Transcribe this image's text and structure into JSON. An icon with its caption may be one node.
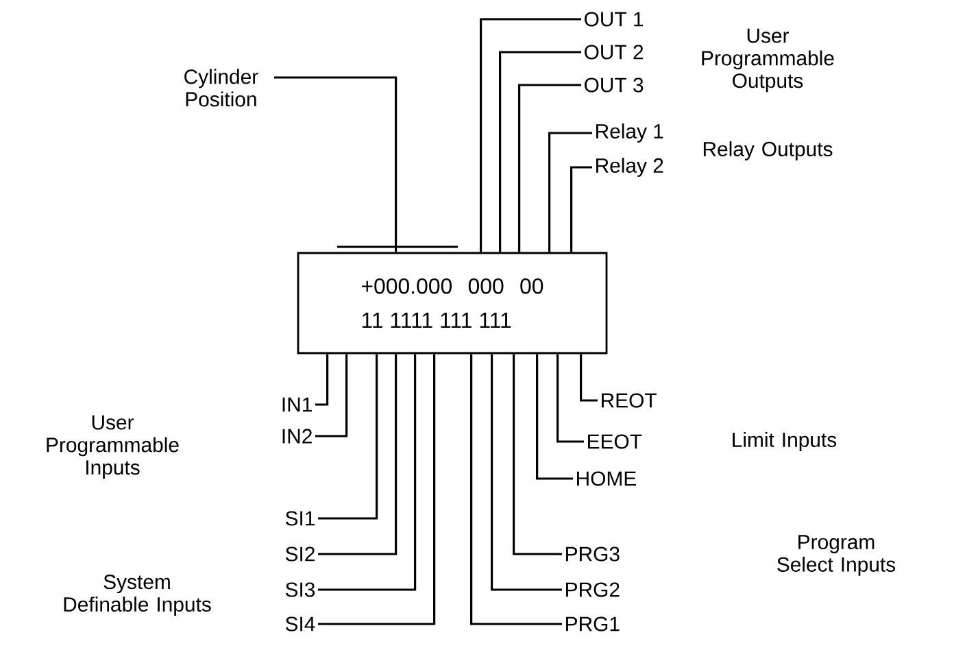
{
  "diagram": {
    "nodes": [
      {
        "text": [
          "+000.000 000 00",
          "11 1111 111 111"
        ]
      },
      {
        "text": [
          "Cylinder Position"
        ]
      },
      {
        "text": [
          "OUT 1"
        ]
      },
      {
        "text": [
          "OUT 2"
        ]
      },
      {
        "text": [
          "OUT 3"
        ]
      },
      {
        "text": [
          "Relay 1"
        ]
      },
      {
        "text": [
          "Relay 2"
        ]
      },
      {
        "text": [
          "IN1"
        ]
      },
      {
        "text": [
          "IN2"
        ]
      },
      {
        "text": [
          "SI1"
        ]
      },
      {
        "text": [
          "SI2"
        ]
      },
      {
        "text": [
          "SI3"
        ]
      },
      {
        "text": [
          "SI4"
        ]
      },
      {
        "text": [
          "REOT"
        ]
      },
      {
        "text": [
          "EEOT"
        ]
      },
      {
        "text": [
          "HOME"
        ]
      },
      {
        "text": [
          "PRG3"
        ]
      },
      {
        "text": [
          "PRG2"
        ]
      },
      {
        "text": [
          "PRG1"
        ]
      }
    ],
    "edges": [
      {
        "from": 1,
        "to": 0,
        "arrow": "none"
      },
      {
        "from": 2,
        "to": 0,
        "arrow": "none"
      },
      {
        "from": 3,
        "to": 0,
        "arrow": "none"
      },
      {
        "from": 4,
        "to": 0,
        "arrow": "none"
      },
      {
        "from": 5,
        "to": 0,
        "arrow": "none"
      },
      {
        "from": 6,
        "to": 0,
        "arrow": "none"
      },
      {
        "from": 7,
        "to": 0,
        "arrow": "none"
      },
      {
        "from": 8,
        "to": 0,
        "arrow": "none"
      },
      {
        "from": 9,
        "to": 0,
        "arrow": "none"
      },
      {
        "from": 10,
        "to": 0,
        "arrow": "none"
      },
      {
        "from": 11,
        "to": 0,
        "arrow": "none"
      },
      {
        "from": 12,
        "to": 0,
        "arrow": "none"
      },
      {
        "from": 13,
        "to": 0,
        "arrow": "none"
      },
      {
        "from": 14,
        "to": 0,
        "arrow": "none"
      },
      {
        "from": 15,
        "to": 0,
        "arrow": "none"
      },
      {
        "from": 16,
        "to": 0,
        "arrow": "none"
      },
      {
        "from": 17,
        "to": 0,
        "arrow": "none"
      },
      {
        "from": 18,
        "to": 0,
        "arrow": "none"
      }
    ],
    "labels": [
      "User Programmable Outputs",
      "Relay Outputs",
      "User Programmable Inputs",
      "Limit Inputs",
      "System Definable Inputs",
      "Program Select Inputs"
    ]
  }
}
